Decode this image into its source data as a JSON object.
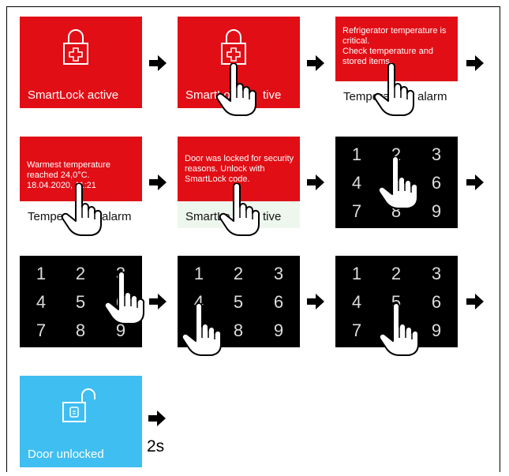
{
  "panels": {
    "smartlock_active_label": "SmartLock active",
    "smartlock_active_label_tapped": "SmartLo",
    "smartlock_active_label_tapped_end": "tive",
    "temp_alarm_message": "Refrigerator temperature is critical.\nCheck temperature and stored items.",
    "temp_alarm_bar": "Tempera",
    "temp_alarm_bar_end": "alarm",
    "warmest_message": "Warmest temperature reached 24,0°C.\n18.04.2020, 11:21",
    "warmest_bar": "Temper",
    "warmest_bar_end": "alarm",
    "door_locked_message": "Door was locked for security reasons. Unlock with SmartLock code.",
    "door_locked_bar": "SmartLo",
    "door_locked_bar_end": "tive",
    "door_unlocked_label": "Door unlocked"
  },
  "keypad": {
    "keys": [
      "1",
      "2",
      "3",
      "4",
      "5",
      "6",
      "7",
      "8",
      "9"
    ]
  },
  "duration": "2s",
  "colors": {
    "red": "#e10e16",
    "blue": "#3fbef1",
    "black": "#000000"
  },
  "icons": [
    "padlock-medical-icon",
    "tap-hand-icon",
    "right-arrow-icon",
    "open-padlock-icon"
  ]
}
